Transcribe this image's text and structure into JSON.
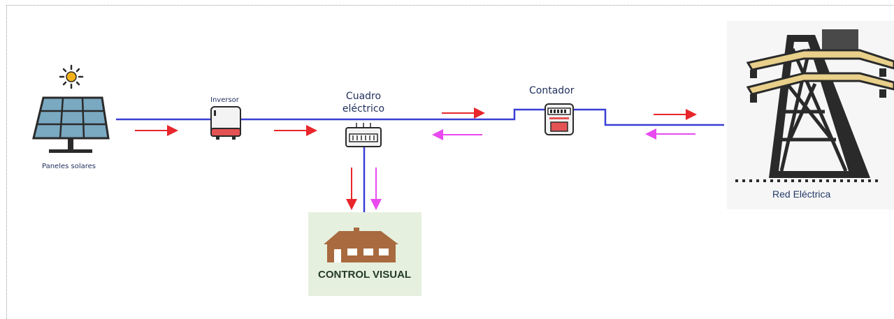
{
  "labels": {
    "panels": "Paneles solares",
    "inverter": "Inversor",
    "panel_box_line1": "Cuadro",
    "panel_box_line2": "eléctrico",
    "meter": "Contador",
    "grid": "Red Eléctrica",
    "home": "CONTROL VISUAL"
  },
  "colors": {
    "wire": "#3a3fd6",
    "arrow_generation": "#e8262b",
    "arrow_grid": "#e84af0",
    "house_bg": "#e6f0df",
    "house": "#a86a3e"
  },
  "icons": [
    "sun-icon",
    "solar-panel-icon",
    "inverter-icon",
    "breaker-panel-icon",
    "meter-icon",
    "transmission-tower-icon",
    "house-icon"
  ]
}
